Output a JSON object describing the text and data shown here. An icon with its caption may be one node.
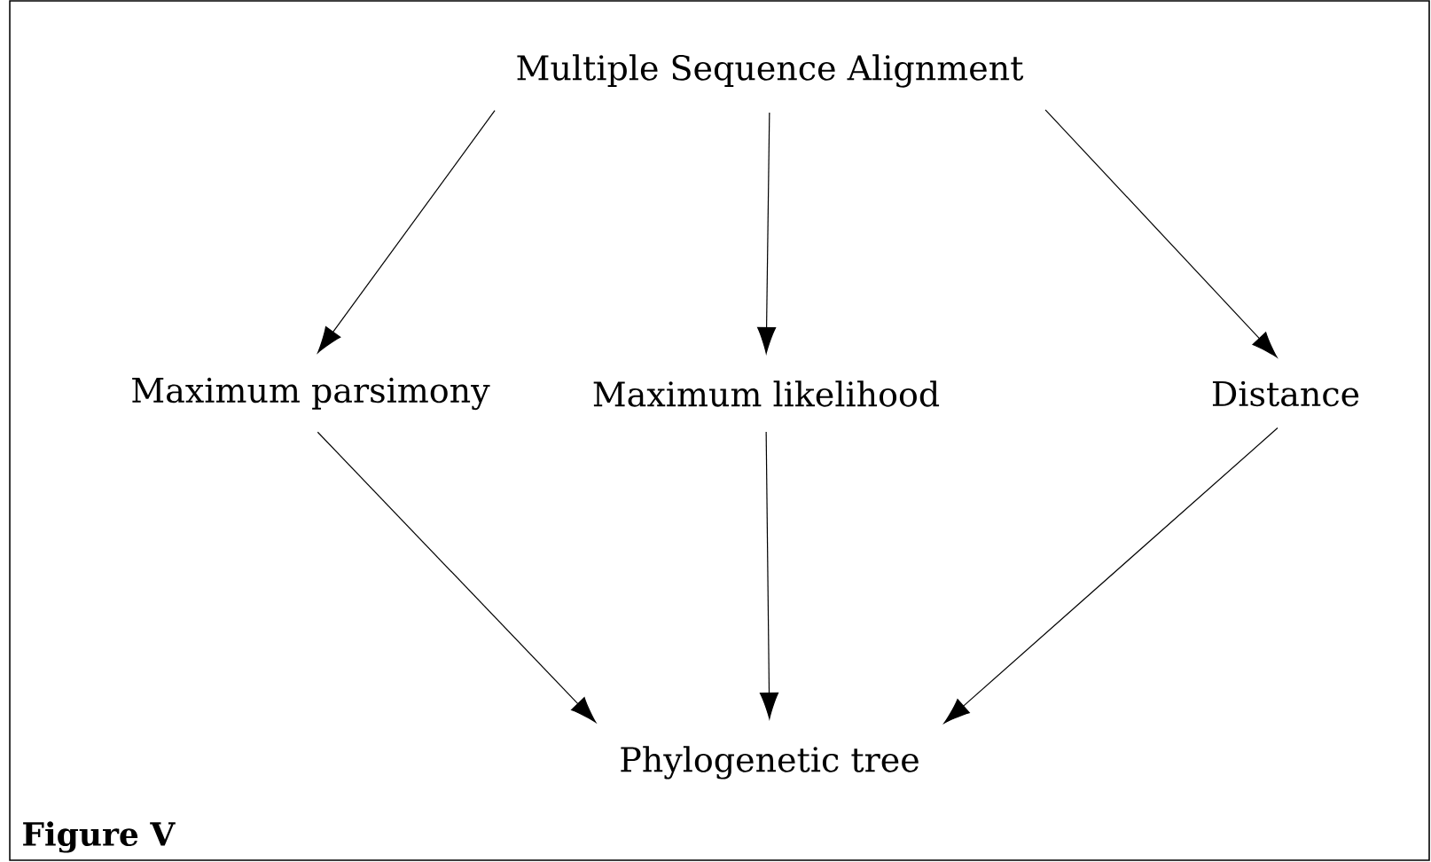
{
  "diagram": {
    "caption": "Figure V",
    "nodes": [
      {
        "text": [
          "Multiple Sequence Alignment"
        ]
      },
      {
        "text": [
          "Maximum parsimony"
        ]
      },
      {
        "text": [
          "Maximum likelihood"
        ]
      },
      {
        "text": [
          "Distance"
        ]
      },
      {
        "text": [
          "Phylogenetic tree"
        ]
      }
    ],
    "edges": [
      {
        "from": 0,
        "to": 1,
        "arrow": "to"
      },
      {
        "from": 0,
        "to": 2,
        "arrow": "to"
      },
      {
        "from": 0,
        "to": 3,
        "arrow": "to"
      },
      {
        "from": 1,
        "to": 4,
        "arrow": "to"
      },
      {
        "from": 2,
        "to": 4,
        "arrow": "to"
      },
      {
        "from": 3,
        "to": 4,
        "arrow": "to"
      }
    ]
  }
}
